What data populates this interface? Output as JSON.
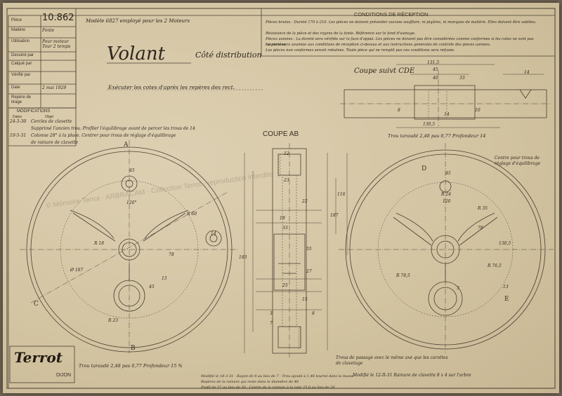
{
  "title_block": {
    "rows": [
      {
        "label": "Pièce",
        "value": "10.862"
      },
      {
        "label": "Matière",
        "value": "Fonte"
      },
      {
        "label": "Utilisation",
        "value": "Pour moteur Tour 2 temps"
      },
      {
        "label": "Dessiné par",
        "value": ""
      },
      {
        "label": "Calqué par",
        "value": ""
      },
      {
        "label": "Vérifié par",
        "value": ""
      },
      {
        "label": "Date",
        "value": "2 mai 1929"
      },
      {
        "label": "Repère de tirage",
        "value": ""
      }
    ],
    "modifications_label": "MODIFICATIONS",
    "mod_dates_label": "Dates",
    "mod_objet_label": "Objet",
    "modifications": [
      {
        "date": "24-3-30",
        "text": "Cercles de clavette"
      },
      {
        "date": "",
        "text": "Supprimé l'ancien trou. Profiler l'équilibrage avant de percer les trous de 14"
      },
      {
        "date": "19-5-31",
        "text": "Colonne 28° à la place. Centrer pour trous de réglage d'équilibrage"
      },
      {
        "date": "",
        "text": "de rainure de clavette"
      }
    ]
  },
  "header_note": "Modèle 6827 employé pour les 2 Moteurs",
  "drawing_title": "Volant",
  "drawing_subtitle": "Côté distribution",
  "drawing_note": "Exécuter les cotes d'après les repères des rect.",
  "conditions": {
    "title": "CONDITIONS DE RÉCEPTION",
    "lines": [
      "Pièces brutes : Dureté 170 à 210. Les pièces ne doivent présenter aucune soufflure, ni piqûres, ni manques de matière. Elles doivent être sablées.",
      "Résistance de la pièce et des rayons de la fonte. Référence sur le fond d'usinage.",
      "Pièces usinées : La dureté sera vérifiée sur la face d'appui. Les pièces ne doivent pas être considérées comme conformes si les cotes ne sont pas respectées.",
      "La pièce sera soumise aux conditions de réception ci-dessus et aux instructions générales de contrôle des pièces usinées.",
      "Les pièces non conformes seront rebutées. Toute pièce qui ne remplit pas ces conditions sera refusée."
    ]
  },
  "sections": {
    "coupe_ab": "COUPE AB",
    "coupe_cde": "Coupe suivt CDE"
  },
  "annotations": {
    "trou_taraude_top": "Trou taraudé 2,48 pas 0,77 Profondeur 14",
    "trou_taraude_bottom": "Trou taraudé 2,48 pas 0,77 Profondeur 15 %",
    "centre_percage": "Centre pour trous de réglage d'équilibrage",
    "trous_passage": "Trous de passage avec le même axe que les carottes de clavetage",
    "rainure_note": "Modifié le 12-II-31 Rainure de clavette 8 x 4 sur l'arbre",
    "bottom_mod_1": "Modifié le 18-3-31 · Rayon de 8 au lieu de 7 · Trou ajouté à 1,46 tourné dans la masse",
    "bottom_mod_2": "Repères de la rainure qui reste dans le diamètre de 46",
    "bottom_mod_3": "Profil de 57 au lieu de 50 · Centre de la rainure à la cote 25,6 au lieu de 26"
  },
  "dimensions": {
    "left_view": [
      "45",
      "120°",
      "R 18",
      "R 60",
      "Ø 187",
      "78",
      "15",
      "R 23",
      "45",
      "14"
    ],
    "section_ab": [
      "12",
      "23",
      "18",
      "22",
      "33",
      "25",
      "55",
      "27",
      "3",
      "7",
      "183",
      "187",
      "116",
      "15",
      "8"
    ],
    "section_cde": [
      "131,5",
      "45",
      "14",
      "40",
      "33",
      "14",
      "8",
      "10",
      "130,5"
    ],
    "right_view": [
      "45",
      "R 24",
      "120",
      "R 35",
      "78",
      "130,5",
      "R 78,5",
      "R 76,5",
      "13",
      "3"
    ]
  },
  "view_labels": {
    "A": "A",
    "B": "B",
    "C": "C",
    "D": "D",
    "E": "E"
  },
  "brand": {
    "name": "Terrot",
    "city": "DIJON"
  },
  "watermark": "© Mémoire Terrot · ARBRACAM · Collection Terrot · reproduction interdite"
}
